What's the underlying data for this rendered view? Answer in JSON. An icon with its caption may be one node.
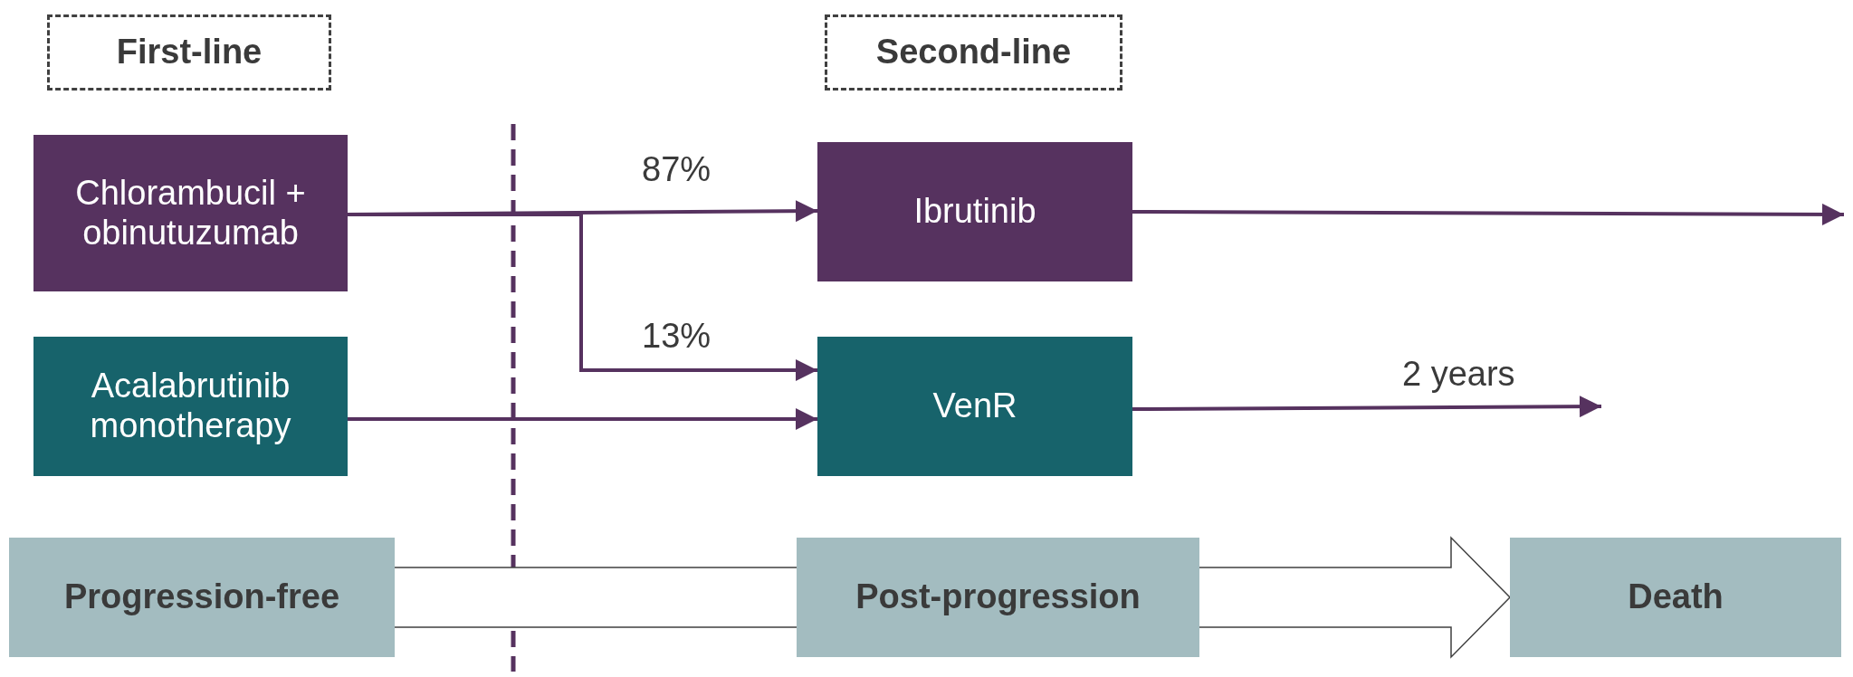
{
  "diagram": {
    "nodes": [
      {
        "text": [
          "First-line"
        ]
      },
      {
        "text": [
          "Second-line"
        ]
      },
      {
        "text": [
          "Chlorambucil + obinutuzumab"
        ]
      },
      {
        "text": [
          "Ibrutinib"
        ]
      },
      {
        "text": [
          "Acalabrutinib monotherapy"
        ]
      },
      {
        "text": [
          "VenR"
        ]
      },
      {
        "text": [
          "Progression-free"
        ]
      },
      {
        "text": [
          "Post-progression"
        ]
      },
      {
        "text": [
          "Death"
        ]
      }
    ],
    "edges": [
      {
        "from": 2,
        "to": 3,
        "arrow": "to",
        "label": "87%"
      },
      {
        "from": 2,
        "to": 5,
        "arrow": "to",
        "label": "13%"
      },
      {
        "from": 4,
        "to": 5,
        "arrow": "to"
      },
      {
        "from": 3,
        "to": null,
        "arrow": "to"
      },
      {
        "from": 5,
        "to": null,
        "arrow": "to",
        "label": "2 years"
      },
      {
        "from": 6,
        "to": 8,
        "arrow": "to",
        "style": "thick"
      }
    ]
  }
}
